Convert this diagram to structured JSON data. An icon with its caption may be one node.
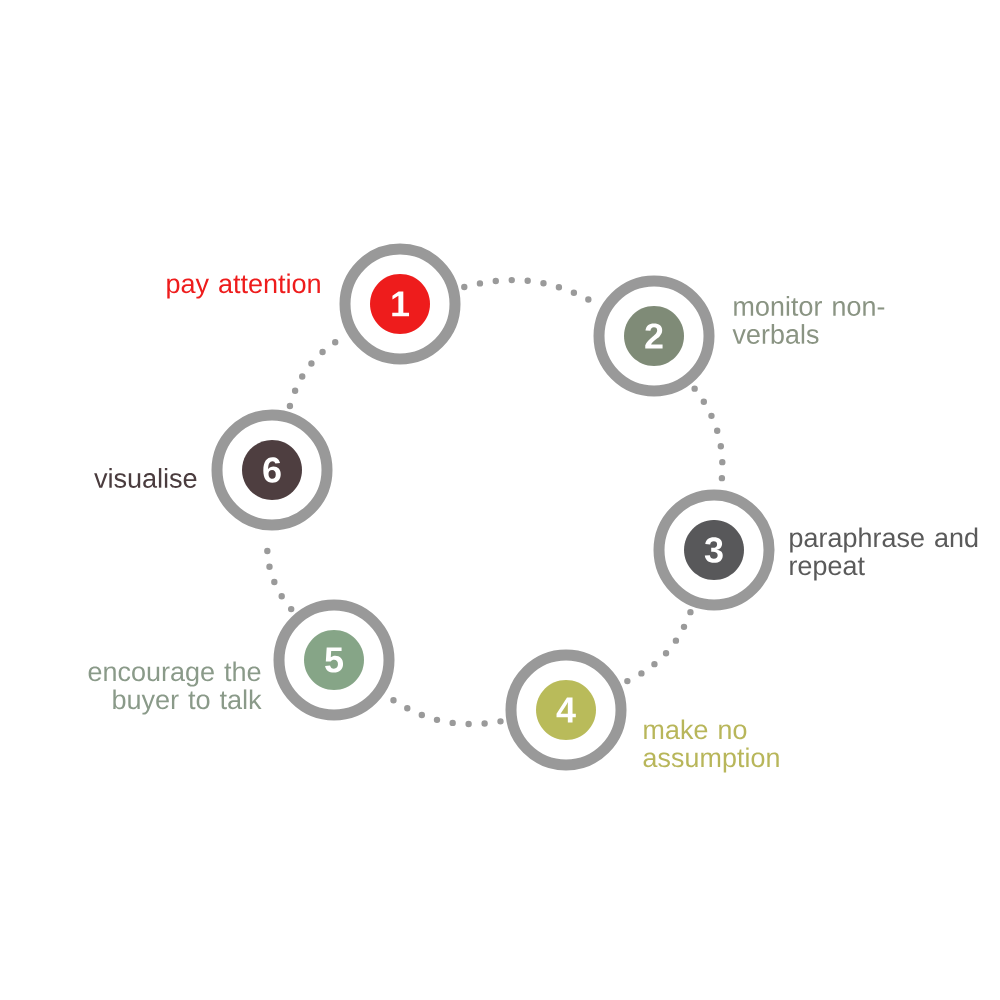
{
  "diagram": {
    "nodes": [
      {
        "text": [
          "1"
        ],
        "beside": [
          "pay attention"
        ]
      },
      {
        "text": [
          "2"
        ],
        "beside": [
          "monitor non-verbals"
        ]
      },
      {
        "text": [
          "3"
        ],
        "beside": [
          "paraphrase and repeat"
        ]
      },
      {
        "text": [
          "4"
        ],
        "beside": [
          "make no assumption"
        ]
      },
      {
        "text": [
          "5"
        ],
        "beside": [
          "encourage the buyer to talk"
        ]
      },
      {
        "text": [
          "6"
        ],
        "beside": [
          "visualise"
        ]
      }
    ],
    "edges": [
      {
        "from": 0,
        "to": 1,
        "arrow": "none"
      },
      {
        "from": 1,
        "to": 2,
        "arrow": "none"
      },
      {
        "from": 2,
        "to": 3,
        "arrow": "none"
      },
      {
        "from": 3,
        "to": 4,
        "arrow": "none"
      },
      {
        "from": 4,
        "to": 5,
        "arrow": "none"
      },
      {
        "from": 5,
        "to": 0,
        "arrow": "none"
      }
    ]
  }
}
